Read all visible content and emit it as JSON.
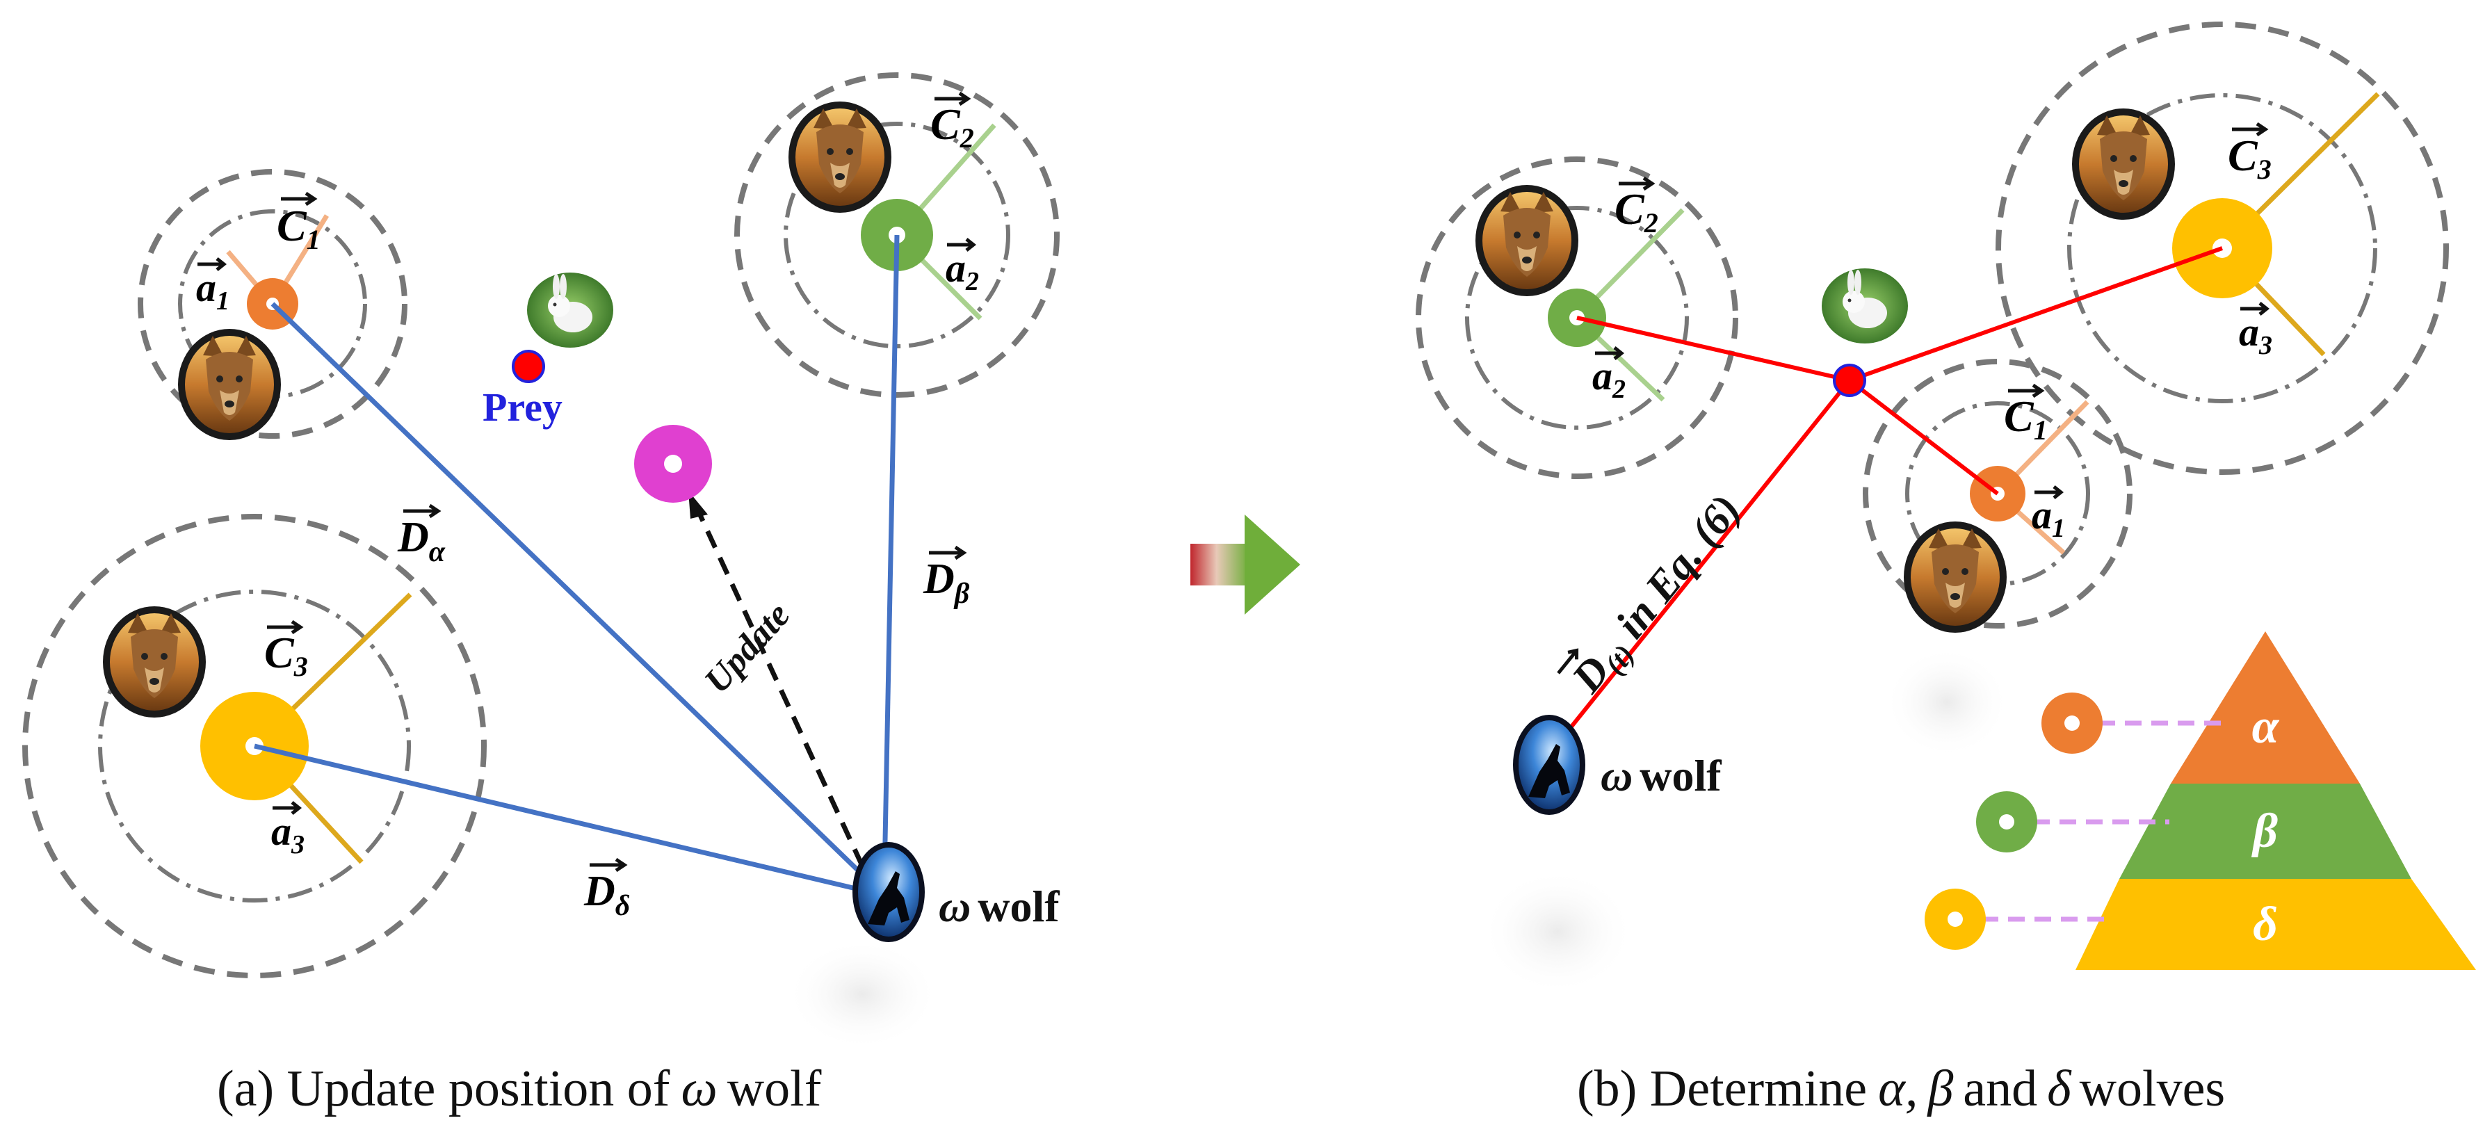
{
  "panel_a": {
    "caption_prefix": "(a) Update position of",
    "caption_symbol": "ω",
    "caption_suffix": "wolf",
    "prey_label": "Prey",
    "update_label": "Update",
    "omega_symbol": "ω",
    "omega_word": "wolf",
    "alpha": {
      "c_base": "C",
      "c_sub": "1",
      "a_base": "a",
      "a_sub": "1",
      "d_base": "D",
      "d_sub": "α"
    },
    "beta": {
      "c_base": "C",
      "c_sub": "2",
      "a_base": "a",
      "a_sub": "2",
      "d_base": "D",
      "d_sub": "β"
    },
    "delta": {
      "c_base": "C",
      "c_sub": "3",
      "a_base": "a",
      "a_sub": "3",
      "d_base": "D",
      "d_sub": "δ"
    }
  },
  "panel_b": {
    "caption_prefix": "(b) Determine",
    "caption_alpha": "α,",
    "caption_beta": "β",
    "caption_and": "and",
    "caption_delta": "δ",
    "caption_suffix": "wolves",
    "omega_symbol": "ω",
    "omega_word": "wolf",
    "distance_base": "D",
    "distance_sub": "(t)",
    "distance_text": "in Eq. (6)",
    "alpha": {
      "c_base": "C",
      "c_sub": "1",
      "a_base": "a",
      "a_sub": "1"
    },
    "beta": {
      "c_base": "C",
      "c_sub": "2",
      "a_base": "a",
      "a_sub": "2"
    },
    "delta": {
      "c_base": "C",
      "c_sub": "3",
      "a_base": "a",
      "a_sub": "3"
    },
    "hierarchy": [
      "α",
      "β",
      "δ"
    ]
  },
  "colors": {
    "alpha": "#ED7D31",
    "beta": "#70AD47",
    "delta": "#FFC000",
    "blue_line": "#4472C4",
    "red_line": "#FF0000",
    "candidate": "#E040D0",
    "dash_pink": "#D99BEE",
    "prey_label": "#2222DD"
  },
  "icons": [
    "wolf-portrait-icon",
    "howling-wolf-icon",
    "rabbit-icon",
    "arrow-right-icon"
  ]
}
